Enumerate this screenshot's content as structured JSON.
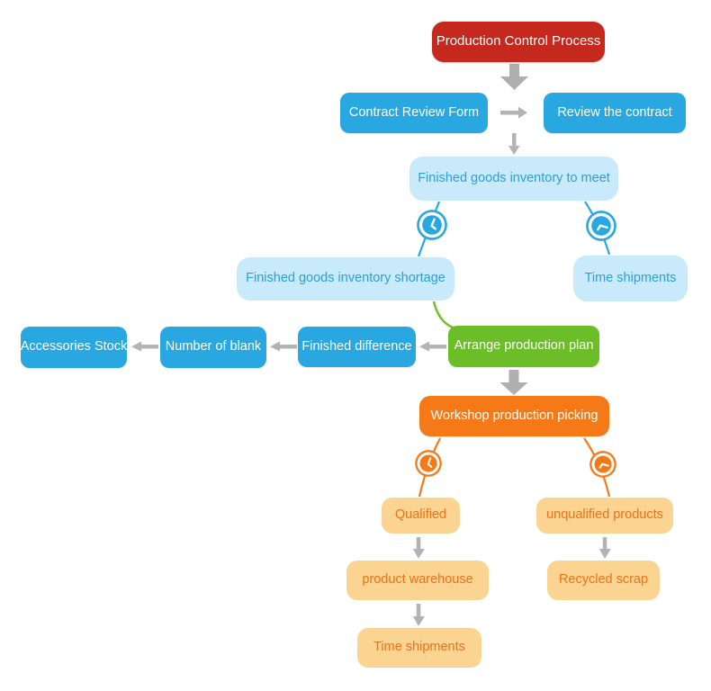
{
  "diagram": {
    "title": "Production Control Process",
    "type": "flowchart"
  },
  "nodes": {
    "production_control_process": "Production Control Process",
    "contract_review_form": "Contract Review Form",
    "review_the_contract": "Review the contract",
    "finished_goods_inventory_to_meet": "Finished goods inventory to meet",
    "finished_goods_inventory_shortage": "Finished goods inventory shortage",
    "time_shipments_top": "Time shipments",
    "accessories_stock": "Accessories Stock",
    "number_of_blank": "Number of blank",
    "finished_difference": "Finished difference",
    "arrange_production_plan": "Arrange production plan",
    "workshop_production_picking": "Workshop production picking",
    "qualified": "Qualified",
    "unqualified_products": "unqualified products",
    "product_warehouse": "product warehouse",
    "recycled_scrap": "Recycled scrap",
    "time_shipments_bottom": "Time shipments"
  },
  "icons": {
    "branch_marker": "clock-icon"
  },
  "palette": {
    "red": "#C5281C",
    "blue": "#29A7E0",
    "light_blue": "#C8EAFA",
    "light_blue_text": "#2D9ED8",
    "green": "#6CBE28",
    "green_line": "#76BE28",
    "orange": "#F57A17",
    "light_orange": "#FBD491",
    "light_orange_text": "#ED7117",
    "arrow_grey_thick": "#AFAFAF",
    "arrow_grey_thin": "#B3B3B3"
  }
}
